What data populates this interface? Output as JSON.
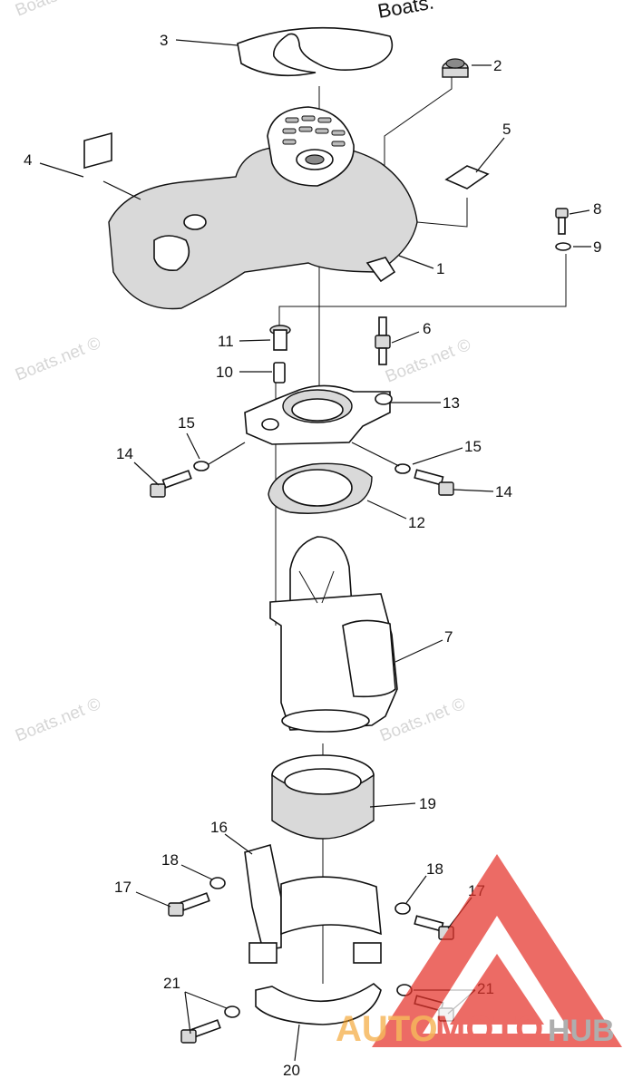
{
  "watermarks": {
    "top_left": "Boats.net ©",
    "top_right": "Boats.",
    "mid_left": "Boats.net ©",
    "mid_right": "Boats.net ©",
    "low_left": "Boats.net ©",
    "low_right": "Boats.net ©"
  },
  "callouts": {
    "c1": "1",
    "c2": "2",
    "c3": "3",
    "c4": "4",
    "c5": "5",
    "c6": "6",
    "c7": "7",
    "c8": "8",
    "c9": "9",
    "c10": "10",
    "c11": "11",
    "c12": "12",
    "c13": "13",
    "c14a": "14",
    "c14b": "14",
    "c15a": "15",
    "c15b": "15",
    "c16": "16",
    "c17a": "17",
    "c17b": "17",
    "c18a": "18",
    "c18b": "18",
    "c19": "19",
    "c20": "20",
    "c21a": "21",
    "c21b": "21"
  },
  "logo": {
    "auto": "AUTO",
    "moto": "MOTO",
    "hub": "HUB",
    "colors": {
      "red": "#e5332a",
      "orange": "#f39c1f",
      "gray": "#9a9a9a"
    }
  }
}
